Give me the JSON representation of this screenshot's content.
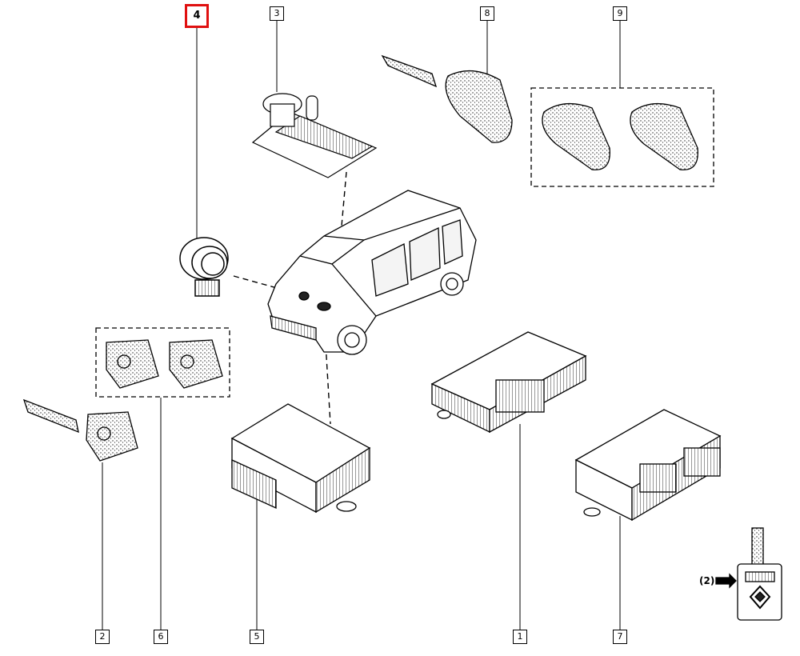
{
  "diagram": {
    "callouts": [
      {
        "id": "1",
        "selected": false
      },
      {
        "id": "2",
        "selected": false
      },
      {
        "id": "3",
        "selected": false
      },
      {
        "id": "4",
        "selected": true
      },
      {
        "id": "5",
        "selected": false
      },
      {
        "id": "6",
        "selected": false
      },
      {
        "id": "7",
        "selected": false
      },
      {
        "id": "8",
        "selected": false
      },
      {
        "id": "9",
        "selected": false
      }
    ],
    "key_note": "(2)",
    "highlight_color": "#e01010"
  }
}
